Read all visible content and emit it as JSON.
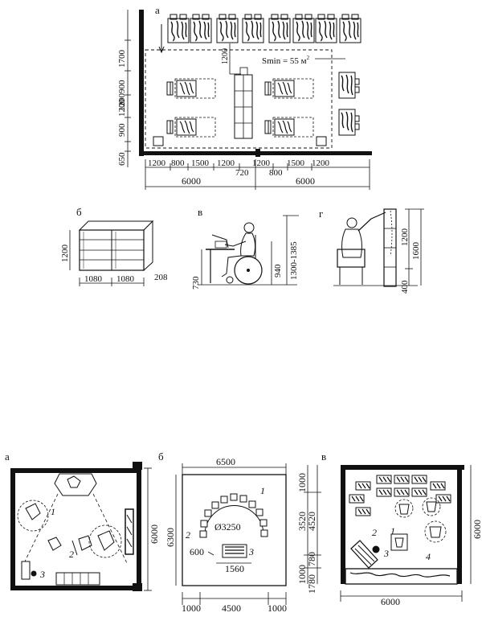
{
  "top": {
    "plan": {
      "letter": "а",
      "area": "Smin = 55 м",
      "area_sup": "2",
      "dim_1200_inner": "1200",
      "left_dims": [
        "1700",
        "900",
        "1200",
        "900",
        "1200",
        "650"
      ],
      "bottom_dims": [
        "1200",
        "800",
        "1500",
        "1200",
        "720",
        "1200",
        "800",
        "1500",
        "1200"
      ],
      "totals": [
        "6000",
        "6000"
      ]
    },
    "shelf": {
      "letter": "б",
      "height": "1200",
      "w1": "1080",
      "w2": "1080",
      "depth": "208"
    },
    "desk": {
      "letter": "в",
      "h1": "730",
      "h2": "940",
      "h3": "1300-1385"
    },
    "tall": {
      "letter": "г",
      "h1": "1200",
      "h2": "1600",
      "h3": "400"
    }
  },
  "bottom": {
    "a": {
      "letter": "а",
      "height": "6000",
      "labels": [
        "1",
        "2",
        "3"
      ]
    },
    "b": {
      "letter": "б",
      "width": "6500",
      "height": "6300",
      "circle": "Ø3250",
      "seat": "600",
      "table": "1560",
      "dims_bottom": [
        "1000",
        "4500",
        "1000"
      ],
      "labels": [
        "1",
        "2",
        "3"
      ]
    },
    "c": {
      "letter": "в",
      "width": "6000",
      "height": "6000",
      "dims_left": [
        "1000",
        "3520",
        "4520",
        "780",
        "1000",
        "1780"
      ],
      "labels": [
        "1",
        "2",
        "3",
        "4"
      ]
    }
  }
}
